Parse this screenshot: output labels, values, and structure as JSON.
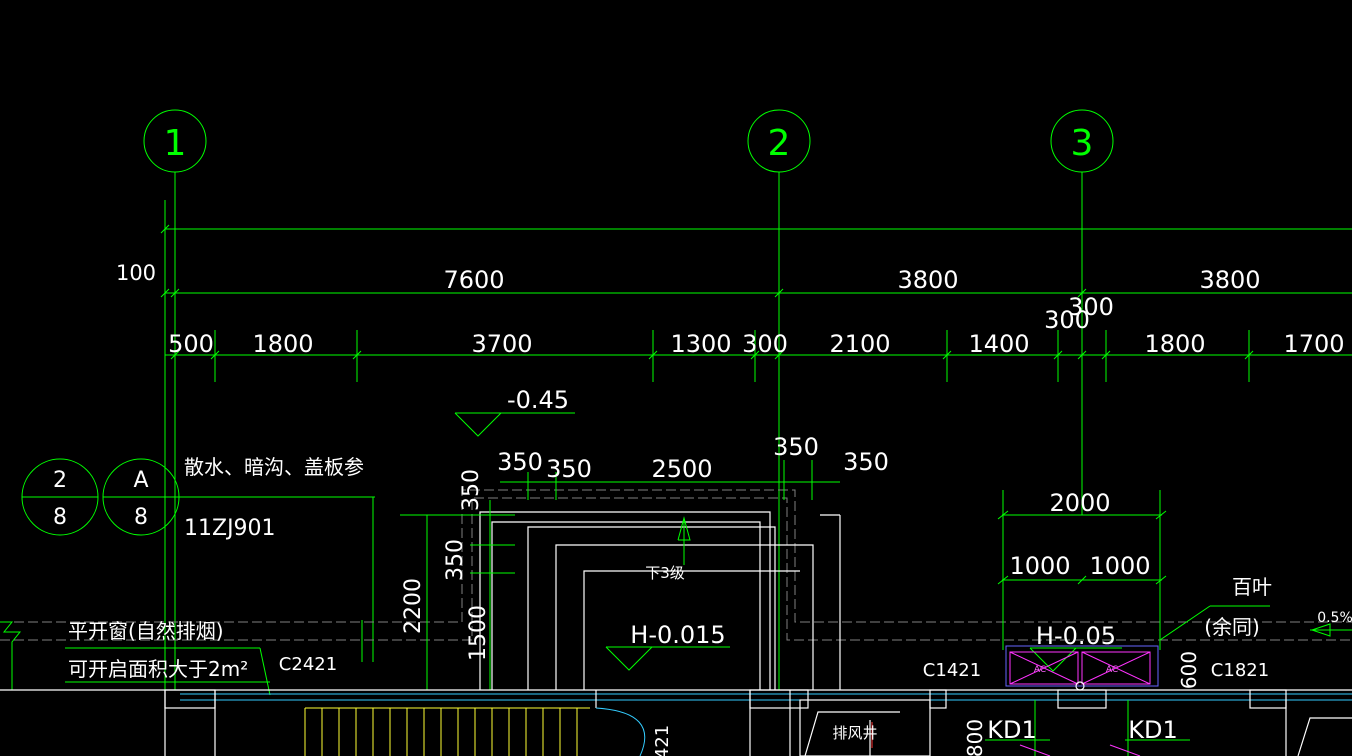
{
  "axes": [
    {
      "label": "1"
    },
    {
      "label": "2"
    },
    {
      "label": "3"
    }
  ],
  "overall_dims": {
    "left_offset": "100",
    "spans": [
      "7600",
      "3800",
      "3800"
    ]
  },
  "detail_dims": [
    "500",
    "1800",
    "3700",
    "1300",
    "300",
    "2100",
    "1400",
    "300",
    "300",
    "1800",
    "1700"
  ],
  "elevations": {
    "top": "-0.45",
    "entry": "H-0.015",
    "right": "H-0.05",
    "slope": "0.5%"
  },
  "section_refs": [
    {
      "top": "2",
      "bottom": "8"
    },
    {
      "top": "A",
      "bottom": "8"
    }
  ],
  "notes": {
    "apron_line1": "散水、暗沟、盖板参",
    "apron_line2": "11ZJ901",
    "window_line1": "平开窗(自然排烟)",
    "window_line2": "可开启面积大于2m²",
    "steps": "下3级",
    "louver_line1": "百叶",
    "louver_line2": "(余同)",
    "shaft": "排风井"
  },
  "entry_dims": {
    "top": [
      "350",
      "350",
      "2500",
      "350",
      "350"
    ],
    "vertical": [
      "350",
      "350",
      "2200",
      "1500"
    ],
    "right_total": "2000",
    "right_parts": [
      "1000",
      "1000"
    ]
  },
  "windows": [
    "C2421",
    "C1421",
    "C1821"
  ],
  "doors": [
    "KD1",
    "KD1"
  ],
  "small_dims": [
    "600",
    "800",
    "421"
  ],
  "ac_labels": [
    "AC",
    "AC"
  ]
}
